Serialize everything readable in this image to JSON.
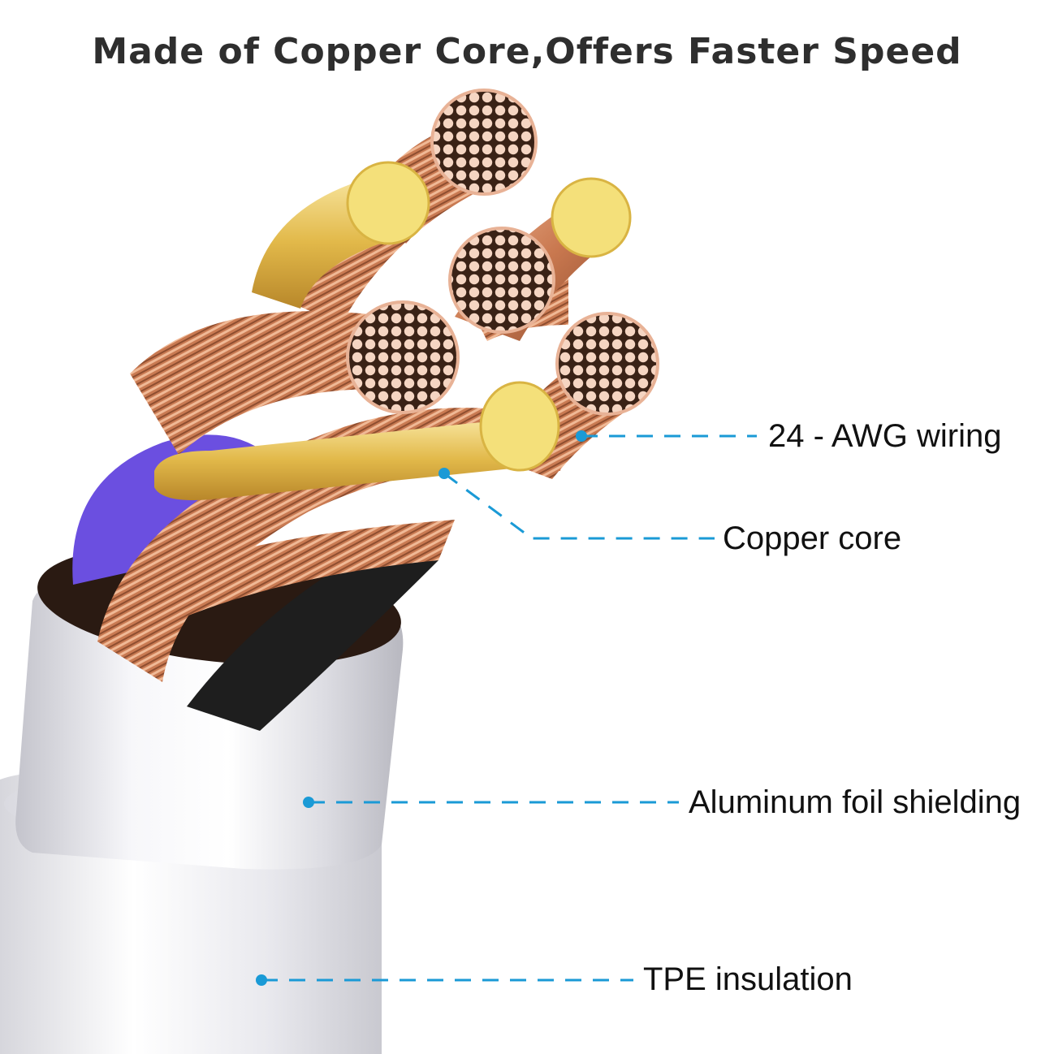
{
  "title": "Made of Copper Core,Offers Faster Speed",
  "colors": {
    "copper": "#d8896a",
    "copper_dark": "#8a4a2e",
    "copper_light": "#f3c8b0",
    "gold": "#f4d878",
    "gold_dark": "#c99a2e",
    "purple": "#6b4fe0",
    "black_wire": "#1e1e1e",
    "sheath": "#eeeef2",
    "callout": "#1a9ad6"
  },
  "callouts": [
    {
      "id": "awg",
      "label": "24 - AWG wiring"
    },
    {
      "id": "core",
      "label": "Copper core"
    },
    {
      "id": "foil",
      "label": "Aluminum foil shielding"
    },
    {
      "id": "tpe",
      "label": "TPE insulation"
    }
  ]
}
